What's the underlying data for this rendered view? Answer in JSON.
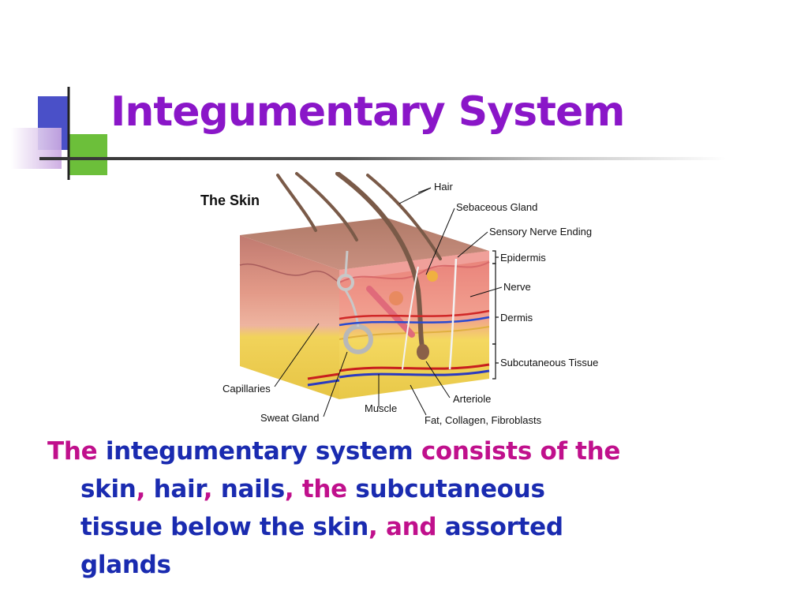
{
  "slide": {
    "title": "Integumentary System",
    "colors": {
      "title": "#8a16c8",
      "body_blue": "#1a2bb0",
      "body_magenta": "#c0108c",
      "deco_blue": "#4a50c8",
      "deco_green": "#6cbf3a",
      "deco_purple_light": "#d8b8e8"
    }
  },
  "figure": {
    "title": "The Skin",
    "labels": {
      "hair": "Hair",
      "sebaceous_gland": "Sebaceous Gland",
      "sensory_nerve_ending": "Sensory Nerve Ending",
      "epidermis": "Epidermis",
      "nerve": "Nerve",
      "dermis": "Dermis",
      "subcutaneous_tissue": "Subcutaneous Tissue",
      "arteriole": "Arteriole",
      "fat_collagen_fibroblasts": "Fat, Collagen, Fibroblasts",
      "muscle": "Muscle",
      "sweat_gland": "Sweat Gland",
      "capillaries": "Capillaries"
    }
  },
  "body": {
    "segments": [
      {
        "text": "The ",
        "color": "magenta"
      },
      {
        "text": "integumentary system ",
        "color": "blue"
      },
      {
        "text": "consists of the",
        "color": "magenta"
      },
      {
        "text": "skin",
        "color": "blue"
      },
      {
        "text": ", ",
        "color": "magenta"
      },
      {
        "text": "hair",
        "color": "blue"
      },
      {
        "text": ", ",
        "color": "magenta"
      },
      {
        "text": "nails",
        "color": "blue"
      },
      {
        "text": ", the ",
        "color": "magenta"
      },
      {
        "text": "subcutaneous",
        "color": "blue"
      },
      {
        "text": "tissue below the skin",
        "color": "blue"
      },
      {
        "text": ", and ",
        "color": "magenta"
      },
      {
        "text": "assorted",
        "color": "blue"
      },
      {
        "text": "glands",
        "color": "blue"
      }
    ]
  }
}
